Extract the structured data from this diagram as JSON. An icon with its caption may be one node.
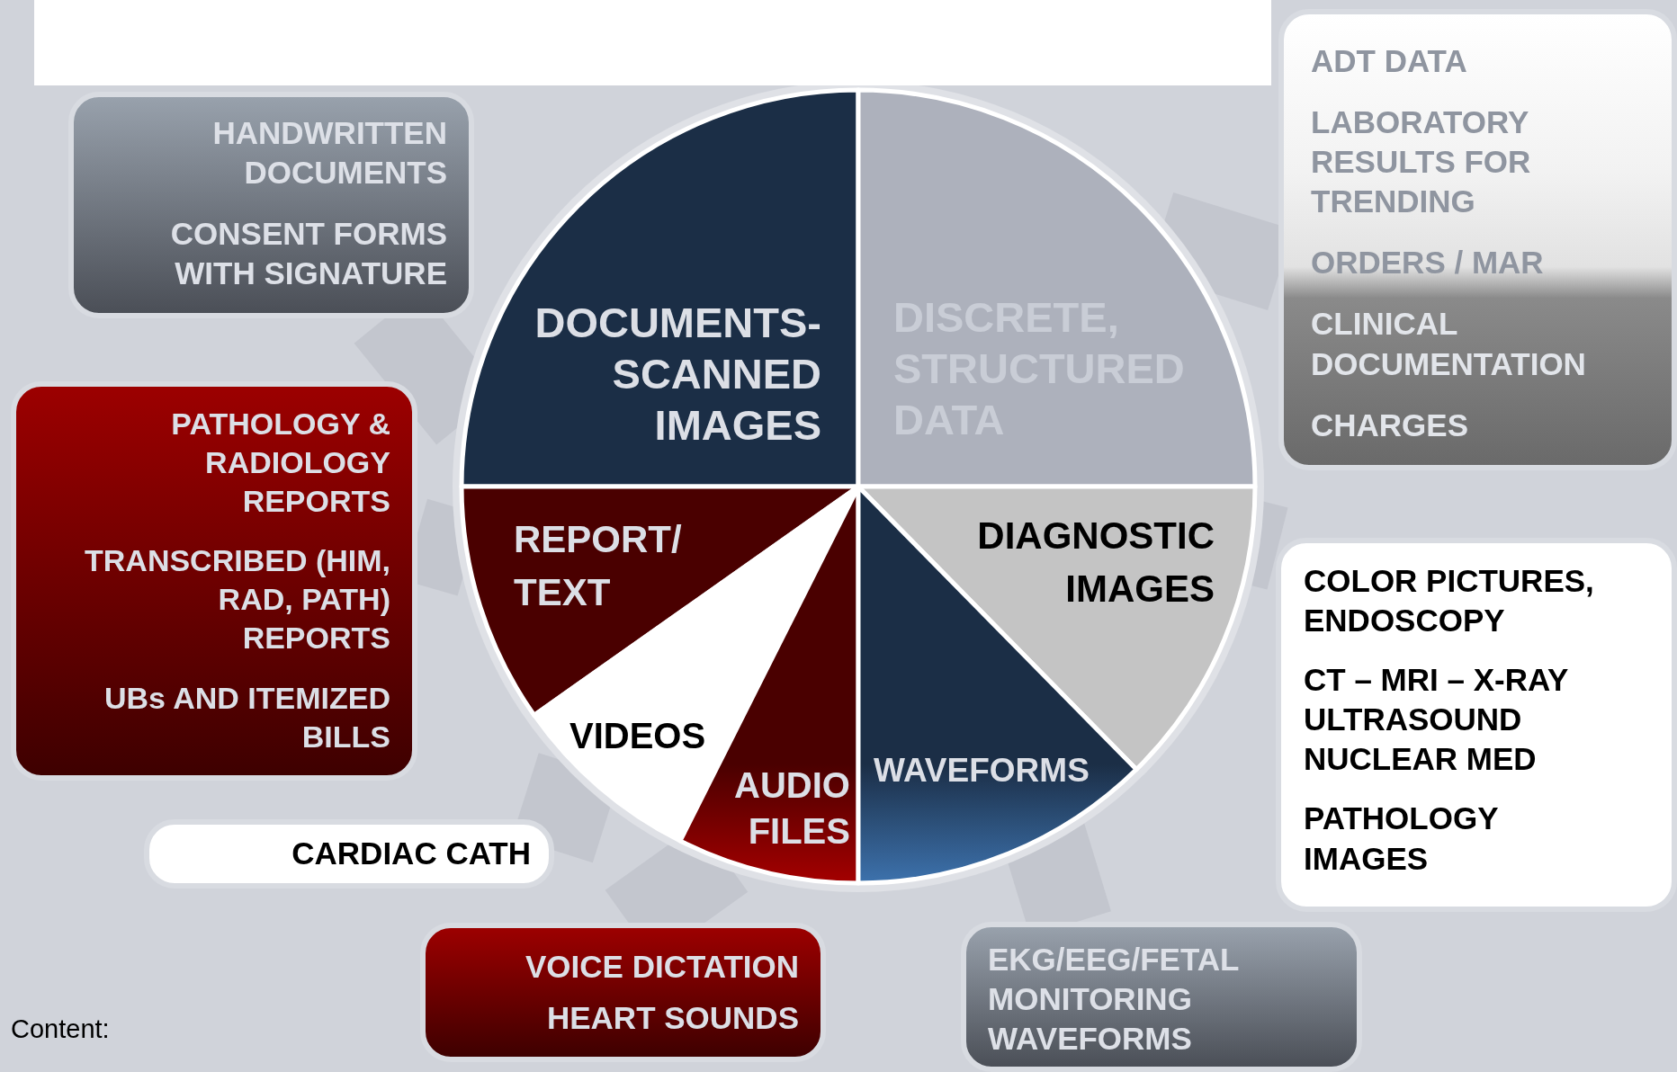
{
  "diagram": {
    "nodes": [
      {
        "text": [
          "HANDWRITTEN DOCUMENTS",
          "CONSENT FORMS WITH SIGNATURE"
        ]
      },
      {
        "text": [
          "ADT DATA",
          "LABORATORY RESULTS FOR TRENDING",
          "ORDERS / MAR",
          "CLINICAL DOCUMENTATION",
          "CHARGES"
        ]
      },
      {
        "text": [
          "DOCUMENTS-SCANNED IMAGES"
        ]
      },
      {
        "text": [
          "DISCRETE, STRUCTURED DATA"
        ]
      },
      {
        "text": [
          "PATHOLOGY & RADIOLOGY REPORTS",
          "TRANSCRIBED (HIM, RAD, PATH) REPORTS",
          "UBs AND ITEMIZED BILLS"
        ]
      },
      {
        "text": [
          "REPORT/ TEXT"
        ]
      },
      {
        "text": [
          "DIAGNOSTIC IMAGES"
        ]
      },
      {
        "text": [
          "COLOR PICTURES, ENDOSCOPY",
          "CT – MRI – X-RAY ULTRASOUND NUCLEAR MED",
          "PATHOLOGY IMAGES"
        ]
      },
      {
        "text": [
          "VIDEOS"
        ]
      },
      {
        "text": [
          "AUDIO FILES"
        ]
      },
      {
        "text": [
          "WAVEFORMS"
        ]
      },
      {
        "text": [
          "CARDIAC CATH"
        ]
      },
      {
        "text": [
          "VOICE DICTATION",
          "HEART SOUNDS"
        ]
      },
      {
        "text": [
          "EKG/EEG/FETAL MONITORING WAVEFORMS"
        ]
      },
      {
        "text": [],
        "shape": "box"
      }
    ],
    "edges": [
      {
        "from": 0,
        "to": 2,
        "arrow": "none"
      },
      {
        "from": 1,
        "to": 3,
        "arrow": "none"
      },
      {
        "from": 4,
        "to": 5,
        "arrow": "none"
      },
      {
        "from": 11,
        "to": 8,
        "arrow": "none"
      },
      {
        "from": 7,
        "to": 6,
        "arrow": "none"
      },
      {
        "from": 12,
        "to": 9,
        "arrow": "none"
      },
      {
        "from": 13,
        "to": 10,
        "arrow": "none"
      }
    ],
    "labels": [
      "Content:"
    ]
  }
}
